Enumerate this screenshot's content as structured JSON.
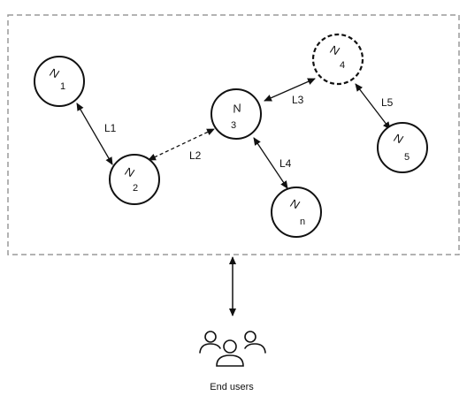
{
  "diagram": {
    "nodes": [
      {
        "id": "n1",
        "letter": "N",
        "sub": "1",
        "dashed": false
      },
      {
        "id": "n2",
        "letter": "N",
        "sub": "2",
        "dashed": false
      },
      {
        "id": "n3",
        "letter": "N",
        "sub": "3",
        "dashed": false
      },
      {
        "id": "n4",
        "letter": "N",
        "sub": "4",
        "dashed": true
      },
      {
        "id": "n5",
        "letter": "N",
        "sub": "5",
        "dashed": false
      },
      {
        "id": "nn",
        "letter": "N",
        "sub": "n",
        "dashed": false
      }
    ],
    "links": [
      {
        "id": "l1",
        "label": "L1",
        "from": "n1",
        "to": "n2",
        "style": "solid"
      },
      {
        "id": "l2",
        "label": "L2",
        "from": "n2",
        "to": "n3",
        "style": "dashed"
      },
      {
        "id": "l3",
        "label": "L3",
        "from": "n3",
        "to": "n4",
        "style": "solid"
      },
      {
        "id": "l4",
        "label": "L4",
        "from": "n3",
        "to": "nn",
        "style": "solid"
      },
      {
        "id": "l5",
        "label": "L5",
        "from": "n4",
        "to": "n5",
        "style": "solid"
      }
    ],
    "end_users_label": "End users"
  }
}
